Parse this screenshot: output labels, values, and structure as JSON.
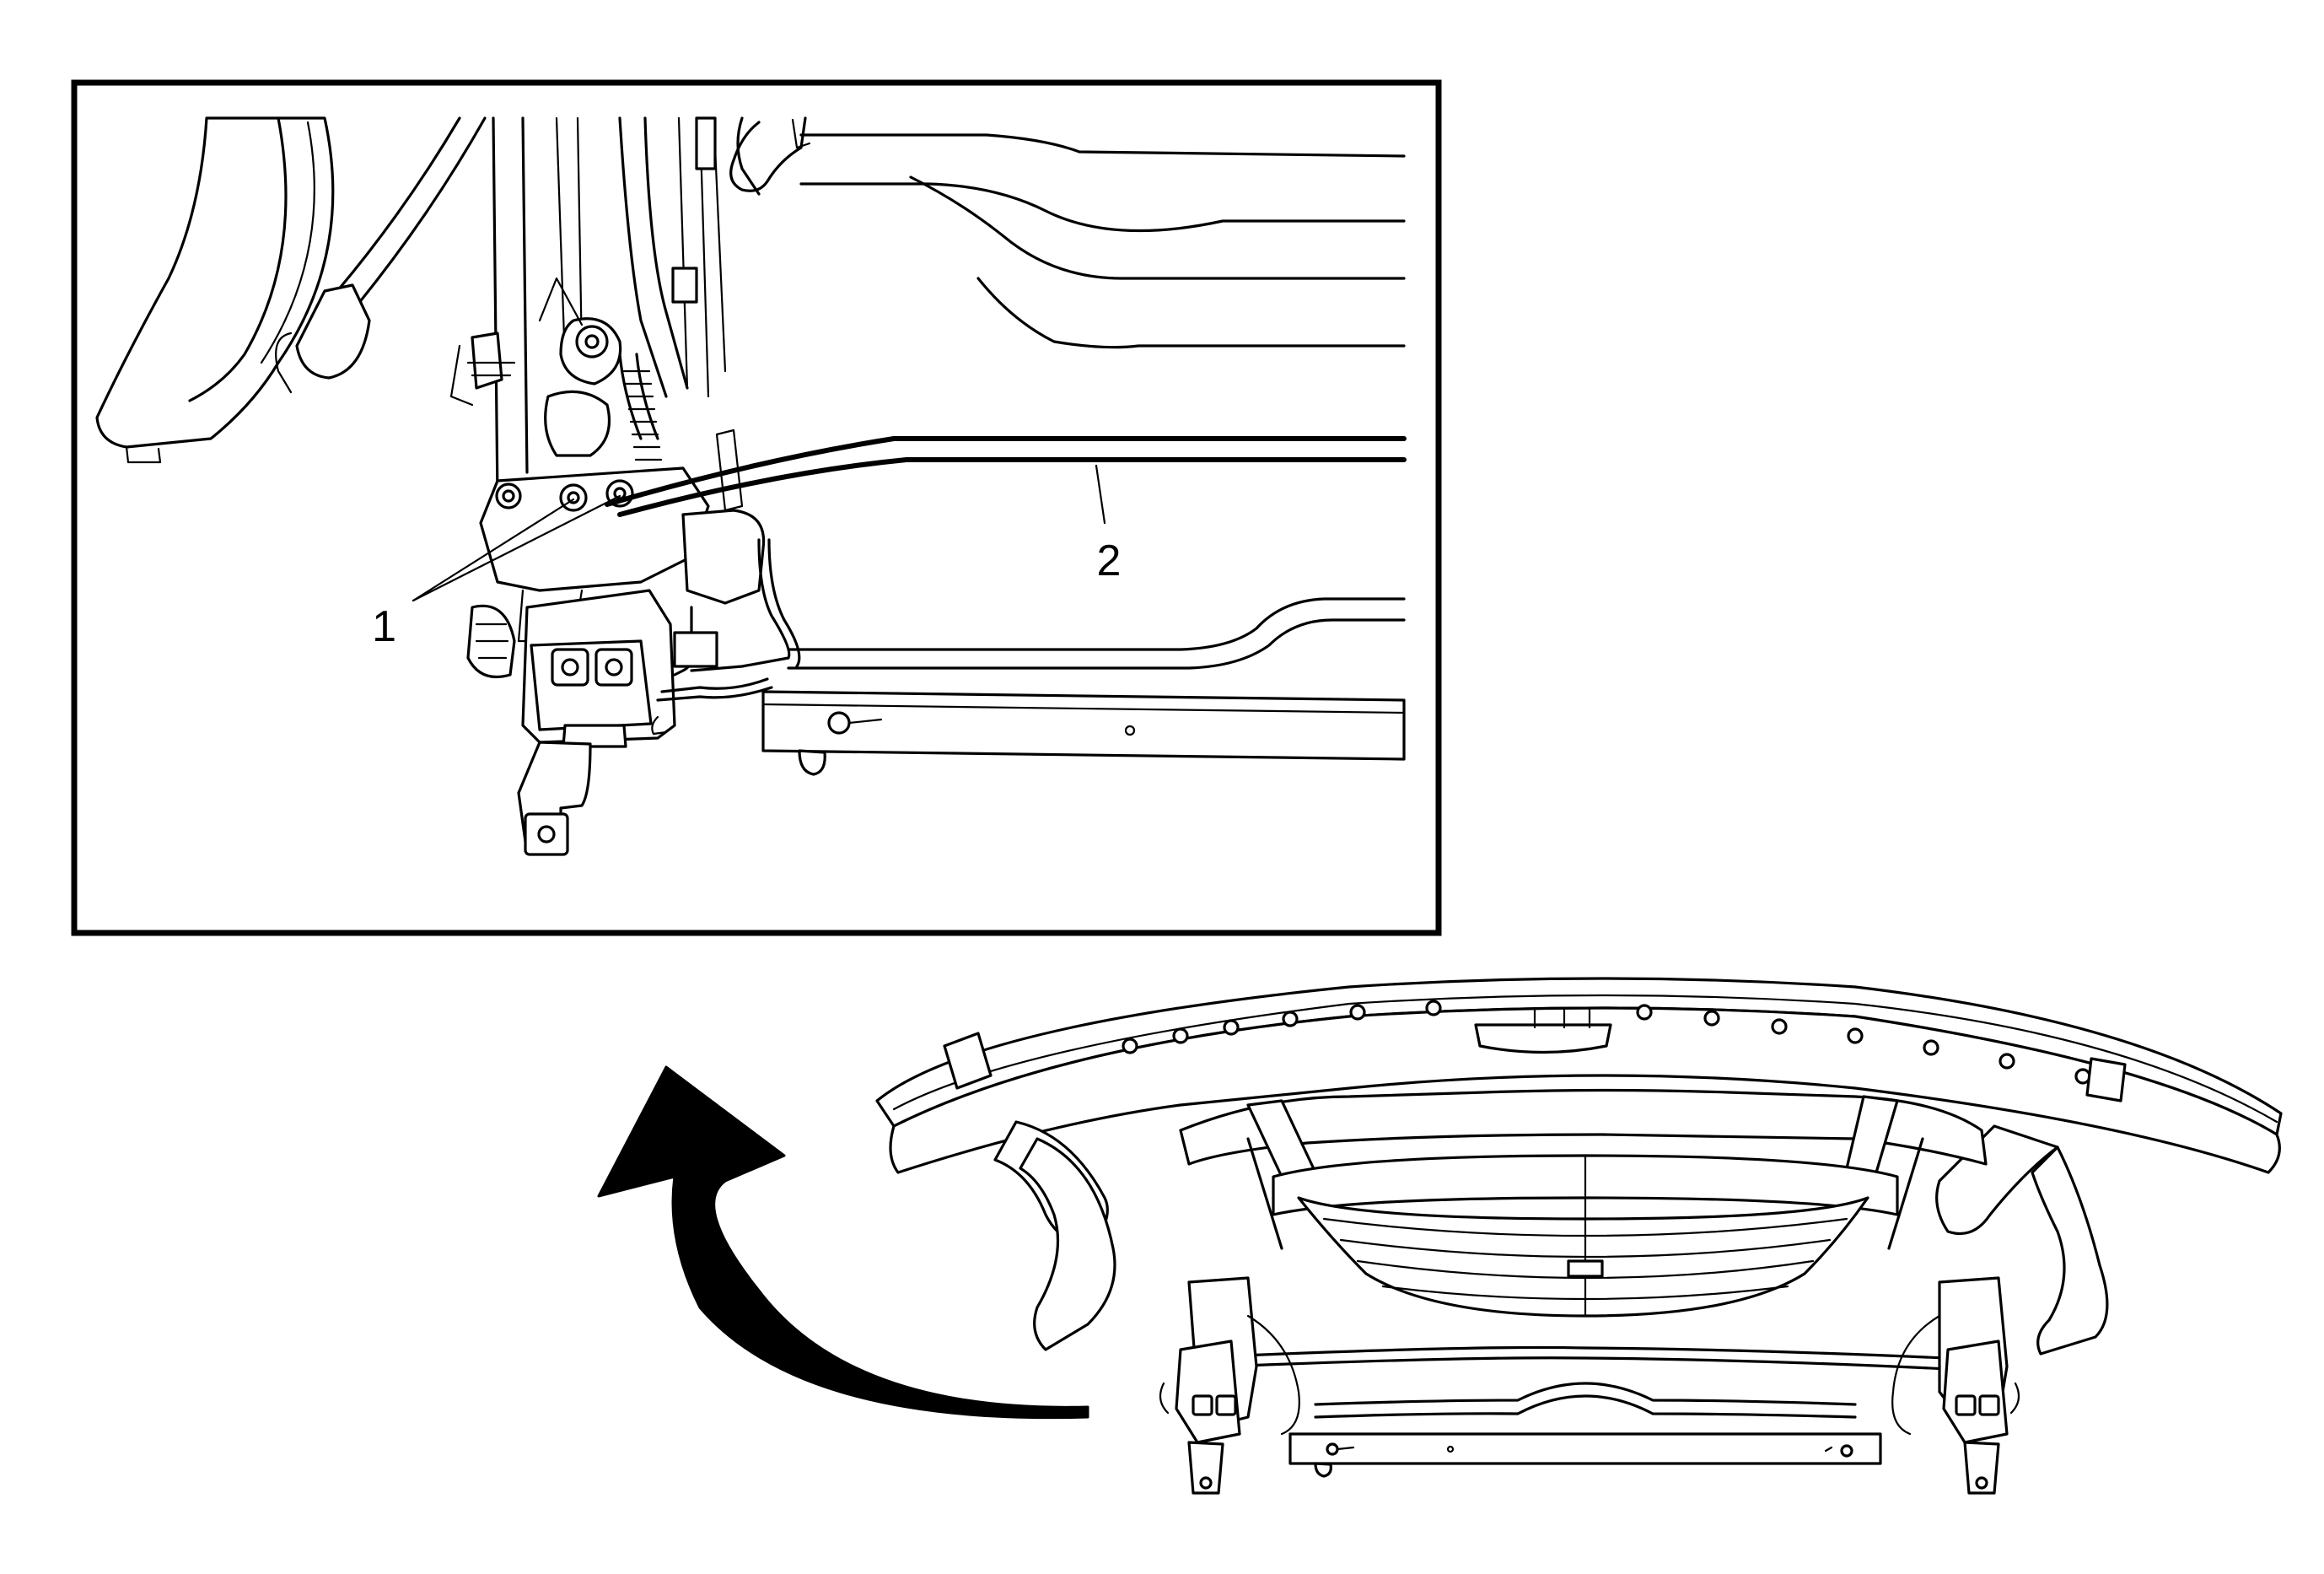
{
  "callouts": [
    {
      "id": "1",
      "label": "1"
    },
    {
      "id": "2",
      "label": "2"
    }
  ],
  "colors": {
    "ink": "#000000",
    "paper": "#ffffff"
  },
  "icons": {
    "arrow": "curved-arrow-icon"
  }
}
